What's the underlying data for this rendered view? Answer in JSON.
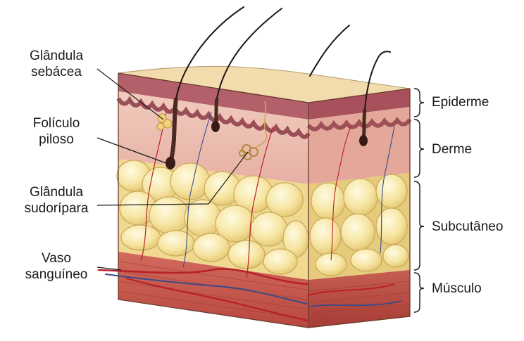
{
  "labels_left": {
    "glandula_sebacea": [
      "Glândula",
      "sebácea"
    ],
    "foliculo_piloso": [
      "Folículo",
      "piloso"
    ],
    "glandula_sudoripara": [
      "Glândula",
      "sudorípara"
    ],
    "vaso_sanguineo": [
      "Vaso",
      "sanguíneo"
    ]
  },
  "labels_right": {
    "epiderme": "Epiderme",
    "derme": "Derme",
    "subcutaneo": "Subcutâneo",
    "musculo": "Músculo"
  },
  "colors": {
    "epidermis": "#b4606a",
    "dermis": "#edbfb3",
    "fat": "#f4e4a4",
    "muscle": "#c8584e",
    "vessel_red": "#b8202a",
    "vessel_blue": "#3a4a8a"
  }
}
